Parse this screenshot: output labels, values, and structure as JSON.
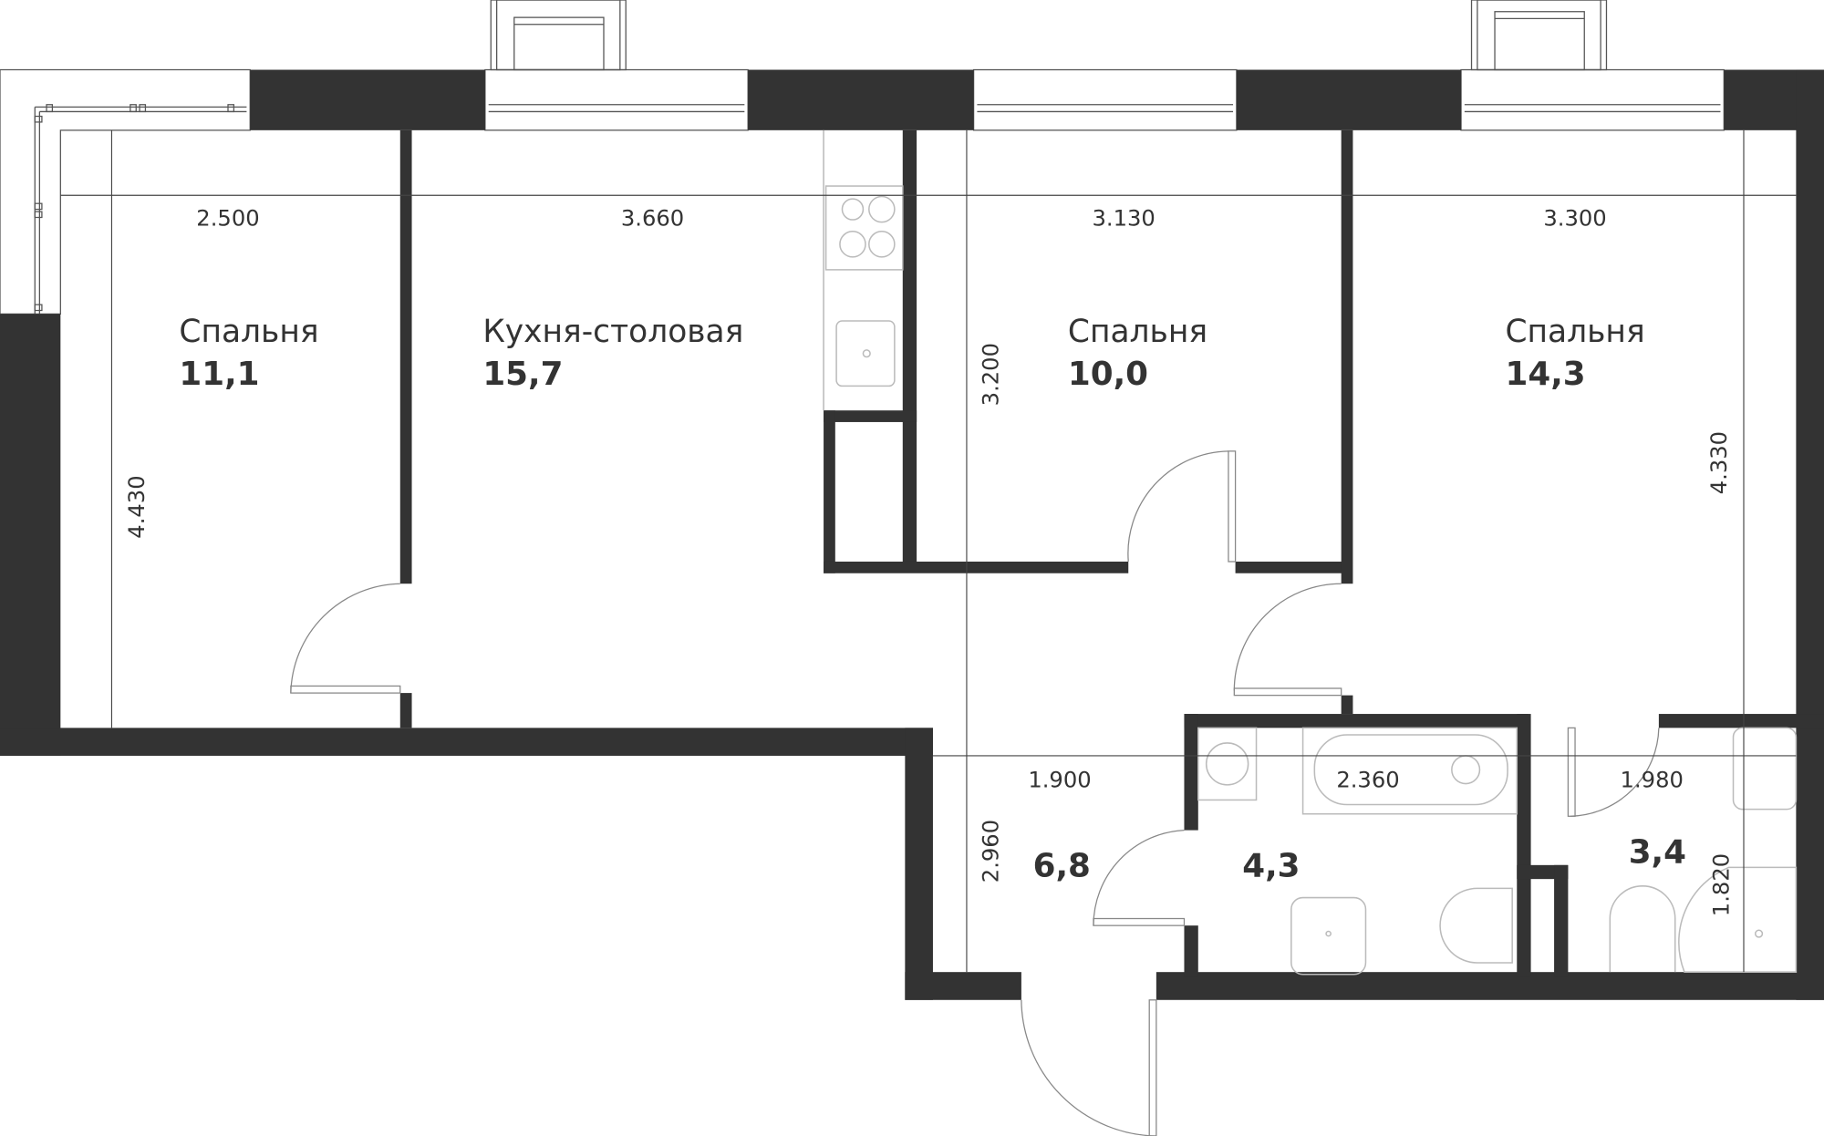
{
  "plan": {
    "wall_color": "#333333",
    "rooms": [
      {
        "name": "Спальня",
        "area": "11,1",
        "width": "2.500",
        "length": "4.430"
      },
      {
        "name": "Кухня-столовая",
        "area": "15,7",
        "width": "3.660",
        "length": ""
      },
      {
        "name": "Спальня",
        "area": "10,0",
        "width": "3.130",
        "length": "3.200"
      },
      {
        "name": "Спальня",
        "area": "14,3",
        "width": "3.300",
        "length": "4.330"
      },
      {
        "name": "",
        "area": "6,8",
        "width": "1.900",
        "length": "2.960"
      },
      {
        "name": "",
        "area": "4,3",
        "width": "2.360",
        "length": ""
      },
      {
        "name": "",
        "area": "3,4",
        "width": "1.980",
        "length": "1.820"
      }
    ]
  }
}
